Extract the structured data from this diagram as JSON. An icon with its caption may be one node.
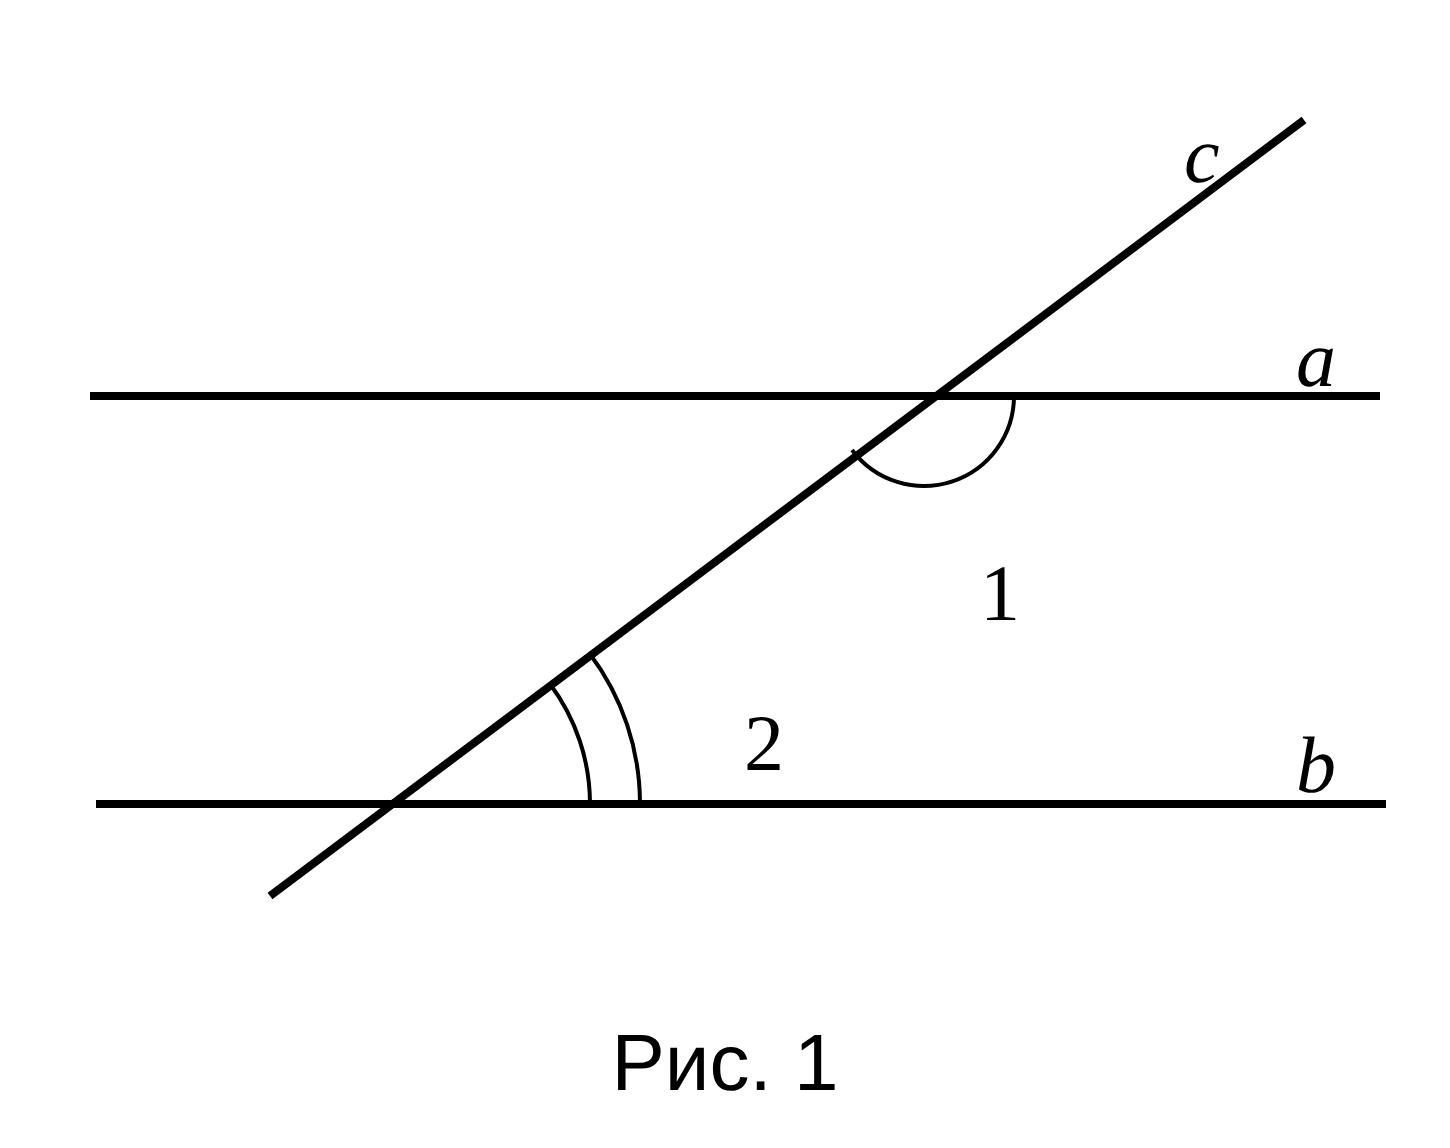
{
  "diagram": {
    "caption": "Рис. 1",
    "labels": [
      "c",
      "a",
      "1",
      "2",
      "b"
    ]
  }
}
